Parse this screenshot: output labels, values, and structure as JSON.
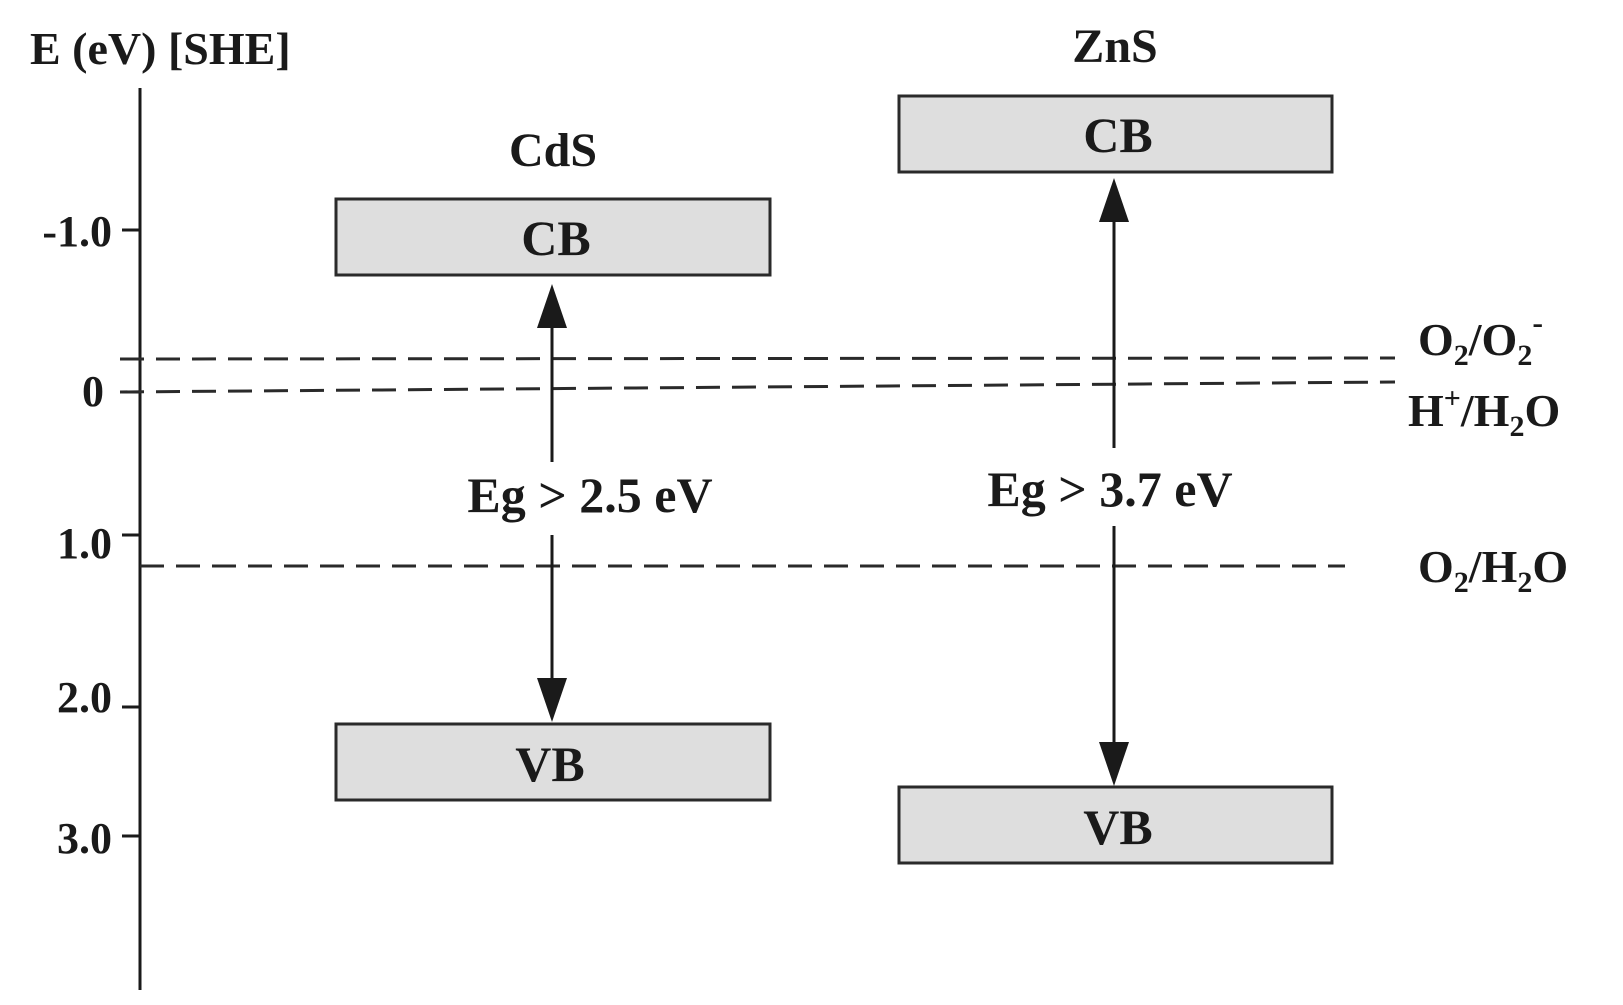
{
  "axis": {
    "title": "E (eV) [SHE]",
    "ticks": [
      {
        "label": "-1.0",
        "value": -1.0
      },
      {
        "label": "0",
        "value": 0
      },
      {
        "label": "1.0",
        "value": 1.0
      },
      {
        "label": "2.0",
        "value": 2.0
      },
      {
        "label": "3.0",
        "value": 3.0
      }
    ]
  },
  "materials": [
    {
      "id": "cds",
      "name": "CdS",
      "cb_label": "CB",
      "vb_label": "VB",
      "gap_label": "Eg > 2.5 eV"
    },
    {
      "id": "zns",
      "name": "ZnS",
      "cb_label": "CB",
      "vb_label": "VB",
      "gap_label": "Eg > 3.7 eV"
    }
  ],
  "redox": {
    "o2_superoxide": {
      "sp1": "O",
      "sub1": "2",
      "sp2": "/O",
      "sub2": "2",
      "sup": "-"
    },
    "h_water": {
      "sp1": "H",
      "sup": "+",
      "sp2": "/H",
      "sub": "2",
      "sp3": "O"
    },
    "o2_water": {
      "sp1": "O",
      "sub1": "2",
      "sp2": "/H",
      "sub2": "2",
      "sp3": "O"
    }
  }
}
